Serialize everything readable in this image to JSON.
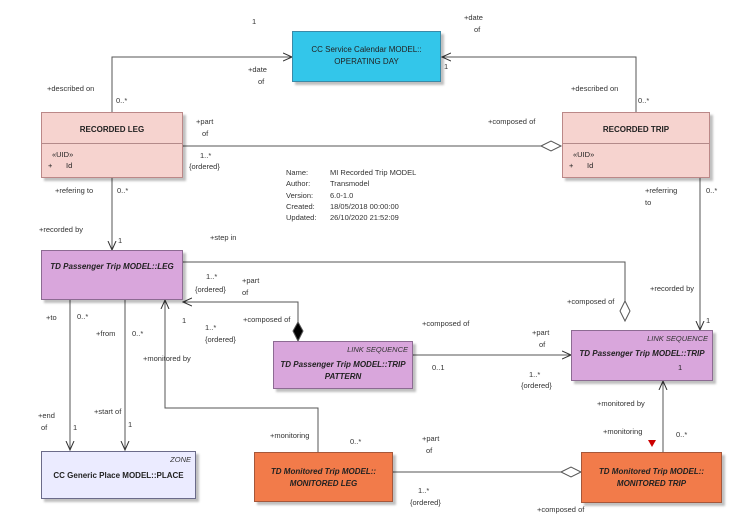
{
  "classes": {
    "operating_day": {
      "line1": "CC Service Calendar MODEL::",
      "line2": "OPERATING DAY"
    },
    "recorded_leg": {
      "title": "RECORDED LEG",
      "stereotype": "«UID»",
      "attr_marker": "+",
      "attr": "Id"
    },
    "recorded_trip": {
      "title": "RECORDED TRIP",
      "stereotype": "«UID»",
      "attr_marker": "+",
      "attr": "Id"
    },
    "leg": {
      "title": "TD Passenger Trip MODEL::LEG"
    },
    "trip_pattern": {
      "stereotype": "LINK SEQUENCE",
      "line1": "TD Passenger Trip MODEL::TRIP",
      "line2": "PATTERN"
    },
    "trip": {
      "stereotype": "LINK SEQUENCE",
      "title": "TD Passenger Trip MODEL::TRIP",
      "mult": "1"
    },
    "place": {
      "stereotype": "ZONE",
      "title": "CC Generic Place MODEL::PLACE"
    },
    "monitored_leg": {
      "line1": "TD Monitored Trip MODEL::",
      "line2": "MONITORED LEG"
    },
    "monitored_trip": {
      "line1": "TD Monitored Trip MODEL::",
      "line2": "MONITORED TRIP"
    }
  },
  "metadata": {
    "name_key": "Name:",
    "name_val": "MI Recorded Trip MODEL",
    "author_key": "Author:",
    "author_val": "Transmodel",
    "version_key": "Version:",
    "version_val": "6.0-1.0",
    "created_key": "Created:",
    "created_val": "18/05/2018 00:00:00",
    "updated_key": "Updated:",
    "updated_val": "26/10/2020 21:52:09"
  },
  "labels": {
    "l1": "1",
    "date_of_right_a": "+date",
    "date_of_right_b": "of",
    "described_on_left": "+described on",
    "mult_0star_a": "0..*",
    "date_of_mid_a": "+date",
    "date_of_mid_b": "of",
    "mult_1_opday": "1",
    "described_on_right": "+described on",
    "mult_0star_b": "0..*",
    "part_of_a": "+part",
    "part_of_b": "of",
    "composed_of_top": "+composed of",
    "mult_1star_a": "1..*",
    "ordered_a": "{ordered}",
    "refering_to_left": "+refering to",
    "mult_0star_c": "0..*",
    "referring_right_a": "+referring",
    "referring_right_b": "to",
    "mult_0star_d": "0..*",
    "recorded_by_left": "+recorded by",
    "mult_1_b": "1",
    "step_in": "+step in",
    "mult_1star_b": "1..*",
    "part_of_c": "+part",
    "part_of_d": "of",
    "ordered_b": "{ordered}",
    "recorded_by_right": "+recorded by",
    "composed_of_mid": "+composed of",
    "to": "+to",
    "mult_0star_e": "0..*",
    "from": "+from",
    "mult_0star_f": "0..*",
    "mult_1_c": "1",
    "mult_1star_c": "1..*",
    "ordered_c": "{ordered}",
    "composed_of_leg": "+composed of",
    "composed_of_tp": "+composed of",
    "part_of_e": "+part",
    "part_of_f": "of",
    "mult_1_d": "1",
    "mult_01": "0..1",
    "mult_1star_d": "1..*",
    "ordered_d": "{ordered}",
    "monitored_by_left": "+monitored by",
    "monitored_by_right": "+monitored by",
    "end_of_a": "+end",
    "end_of_b": "of",
    "start_of": "+start of",
    "mult_1_e": "1",
    "mult_1_f": "1",
    "monitoring_left": "+monitoring",
    "mult_0star_g": "0..*",
    "part_of_g": "+part",
    "part_of_h": "of",
    "monitoring_right": "+monitoring",
    "mult_0star_h": "0..*",
    "mult_1star_e": "1..*",
    "ordered_e": "{ordered}",
    "composed_of_bottom": "+composed of"
  },
  "colors": {
    "recorded": "#f6d3cf",
    "calendar": "#33c6ea",
    "passenger_trip": "#d9a6dc",
    "monitored": "#f27b4a",
    "place": "#ebebff"
  }
}
